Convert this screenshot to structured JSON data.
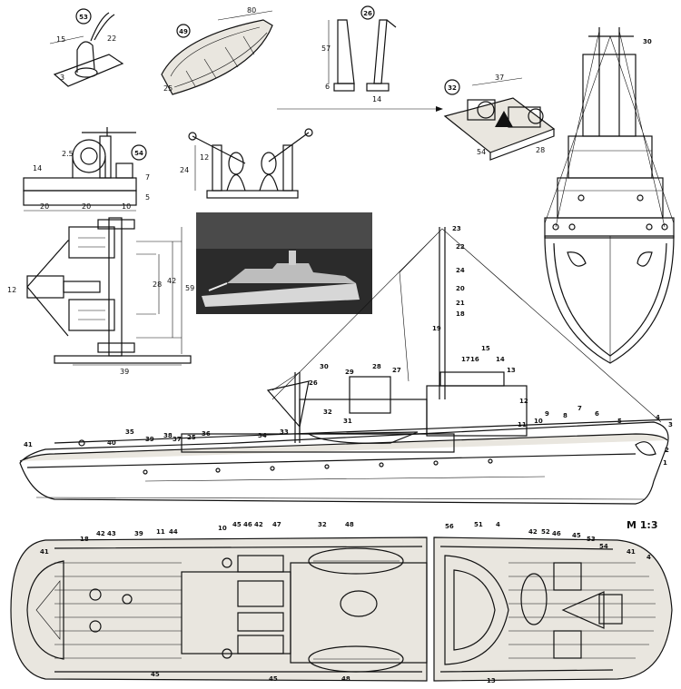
{
  "scale_label": "М 1:3",
  "details": {
    "winch_53": {
      "number": "53",
      "dims": [
        "15",
        "22",
        "3"
      ]
    },
    "boat_49": {
      "number": "49",
      "dims": [
        "80",
        "25"
      ]
    },
    "davit_26": {
      "number": "26",
      "dims": [
        "57",
        "14",
        "6"
      ]
    },
    "winch_32": {
      "number": "32",
      "dims": [
        "37",
        "54",
        "28"
      ]
    },
    "bollard_54": {
      "number": "54",
      "dims": [
        "14",
        "2.5",
        "20",
        "20",
        "10",
        "7",
        "5"
      ]
    },
    "fairlead": {
      "dims": [
        "24",
        "12"
      ]
    },
    "windlass_plan": {
      "dims": [
        "28",
        "42",
        "59",
        "12",
        "39"
      ]
    }
  },
  "profile_labels": [
    "1",
    "2",
    "3",
    "4",
    "5",
    "6",
    "7",
    "8",
    "9",
    "10",
    "11",
    "12",
    "13",
    "14",
    "15",
    "16",
    "17",
    "18",
    "19",
    "20",
    "21",
    "22",
    "23",
    "24",
    "25",
    "26",
    "27",
    "28",
    "29",
    "30",
    "31",
    "32",
    "33",
    "34",
    "35",
    "36",
    "37",
    "38",
    "39",
    "40",
    "41"
  ],
  "plan_labels_top": [
    "41",
    "18",
    "42",
    "43",
    "39",
    "11",
    "44",
    "10",
    "45",
    "46",
    "42",
    "47",
    "32",
    "48",
    "56",
    "51",
    "4",
    "42",
    "52",
    "46",
    "45",
    "53",
    "54",
    "41",
    "4"
  ],
  "plan_labels_bottom": [
    "45",
    "45",
    "48",
    "13"
  ],
  "bow_view_labels": [
    "30"
  ]
}
